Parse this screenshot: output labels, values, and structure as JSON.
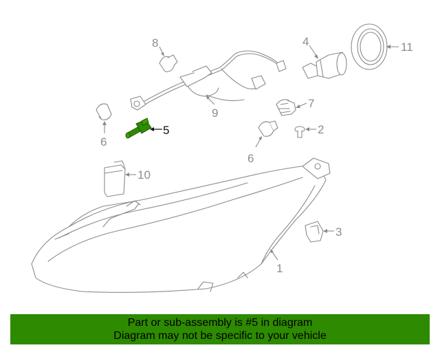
{
  "diagram": {
    "callouts": {
      "p1": "1",
      "p2": "2",
      "p3": "3",
      "p4": "4",
      "p5": "5",
      "p6a": "6",
      "p6b": "6",
      "p7": "7",
      "p8": "8",
      "p9": "9",
      "p10": "10",
      "p11": "11"
    },
    "highlighted_part": "5",
    "colors": {
      "highlight_part": "#2e8a00",
      "line_art": "#8a8a8a",
      "banner_background": "#2e8a00"
    }
  },
  "banner": {
    "line1": "Part or sub-assembly is #5 in diagram",
    "line2": "Diagram may not be specific to your vehicle"
  }
}
